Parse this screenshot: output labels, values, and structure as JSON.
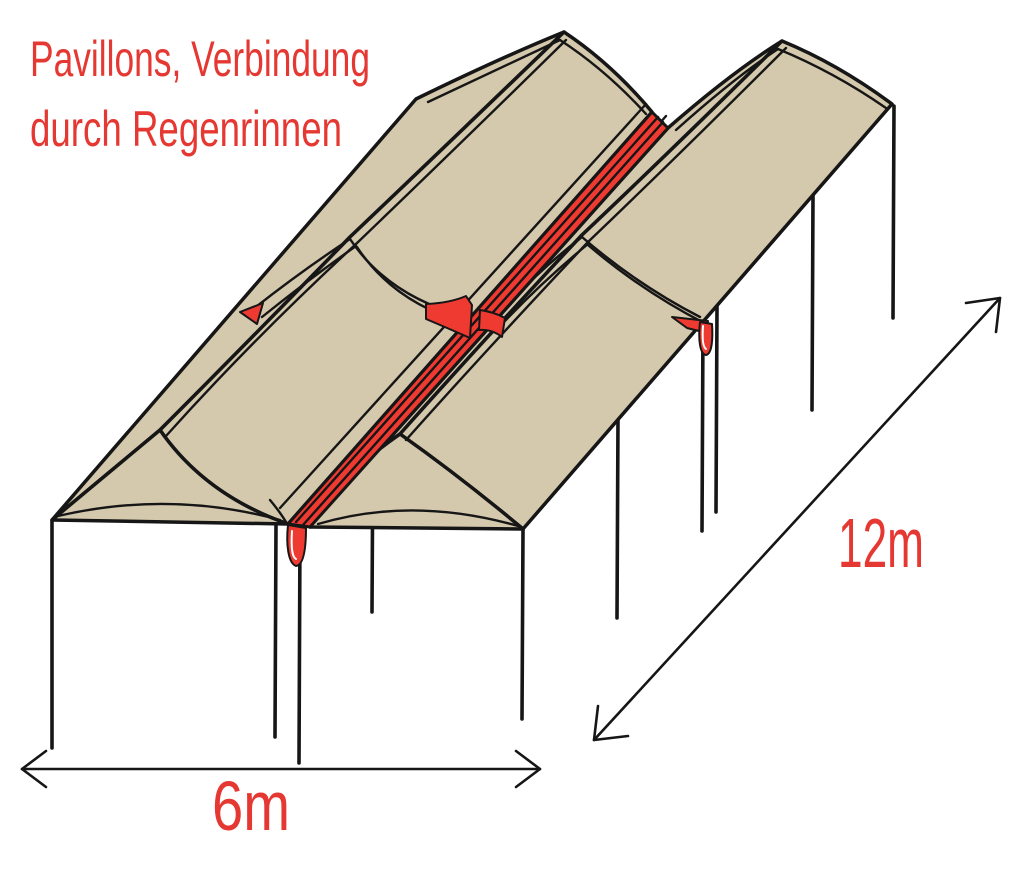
{
  "title": {
    "line1": "Pavillons, Verbindung",
    "line2": "durch Regenrinnen"
  },
  "dimensions": {
    "width_label": "6m",
    "depth_label": "12m"
  },
  "legend": {
    "pavilion_canvas_color": "#d4c8ad",
    "rain_gutter_color": "#ee3a31",
    "outline_color": "#161616",
    "label_color": "#e63832",
    "background_color": "#ffffff"
  }
}
